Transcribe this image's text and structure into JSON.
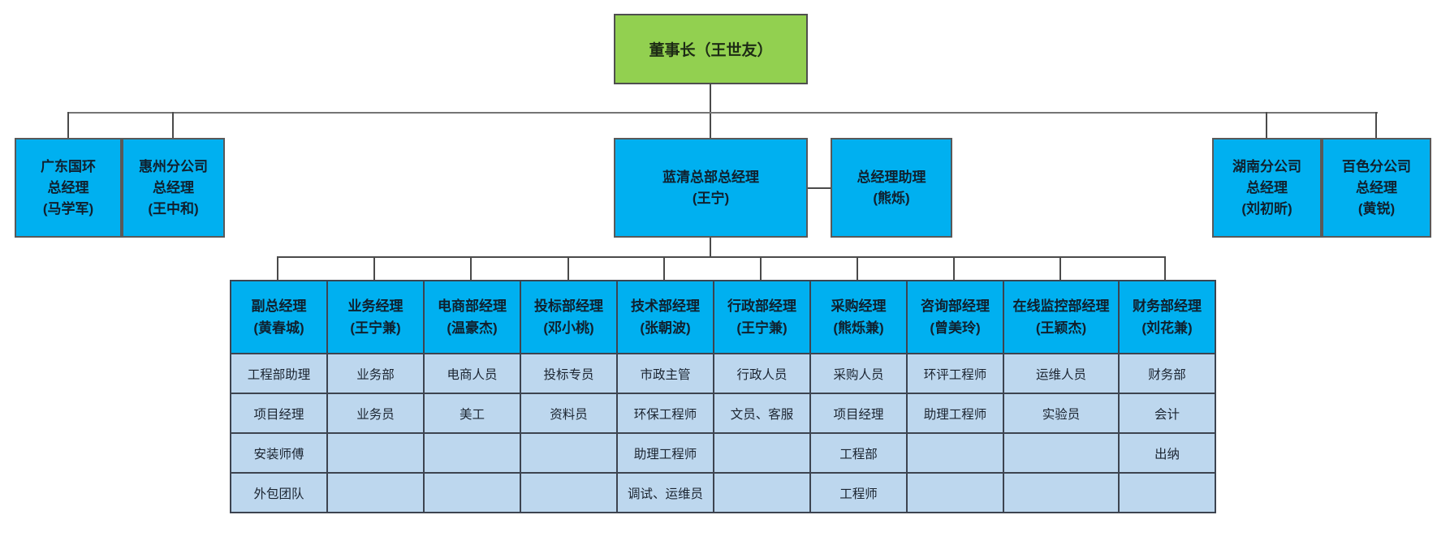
{
  "colors": {
    "chairman_fill": "#92D050",
    "node_fill": "#00B0F0",
    "cell_fill": "#BDD7EE",
    "table_border": "#3d4450",
    "connector": "#757575"
  },
  "chairman": {
    "label": "董事长（王世友）"
  },
  "level2": [
    {
      "lines": [
        "广东国环",
        "总经理",
        "(马学军)"
      ]
    },
    {
      "lines": [
        "惠州分公司",
        "总经理",
        "(王中和)"
      ]
    },
    {
      "lines": [
        "蓝清总部总经理",
        "(王宁)"
      ]
    },
    {
      "lines": [
        "总经理助理",
        "(熊烁)"
      ]
    },
    {
      "lines": [
        "湖南分公司",
        "总经理",
        "(刘初昕)"
      ]
    },
    {
      "lines": [
        "百色分公司",
        "总经理",
        "(黄锐)"
      ]
    }
  ],
  "table": {
    "headers": [
      {
        "title": "副总经理",
        "name": "(黄春城)"
      },
      {
        "title": "业务经理",
        "name": "(王宁兼)"
      },
      {
        "title": "电商部经理",
        "name": "(温豪杰)"
      },
      {
        "title": "投标部经理",
        "name": "(邓小桃)"
      },
      {
        "title": "技术部经理",
        "name": "(张朝波)"
      },
      {
        "title": "行政部经理",
        "name": "(王宁兼)"
      },
      {
        "title": "采购经理",
        "name": "(熊烁兼)"
      },
      {
        "title": "咨询部经理",
        "name": "(曾美玲)"
      },
      {
        "title": "在线监控部经理",
        "name": "(王颖杰)"
      },
      {
        "title": "财务部经理",
        "name": "(刘花兼)"
      }
    ],
    "rows": [
      [
        "工程部助理",
        "业务部",
        "电商人员",
        "投标专员",
        "市政主管",
        "行政人员",
        "采购人员",
        "环评工程师",
        "运维人员",
        "财务部"
      ],
      [
        "项目经理",
        "业务员",
        "美工",
        "资料员",
        "环保工程师",
        "文员、客服",
        "项目经理",
        "助理工程师",
        "实验员",
        "会计"
      ],
      [
        "安装师傅",
        "",
        "",
        "",
        "助理工程师",
        "",
        "工程部",
        "",
        "",
        "出纳"
      ],
      [
        "外包团队",
        "",
        "",
        "",
        "调试、运维员",
        "",
        "工程师",
        "",
        "",
        ""
      ]
    ]
  }
}
